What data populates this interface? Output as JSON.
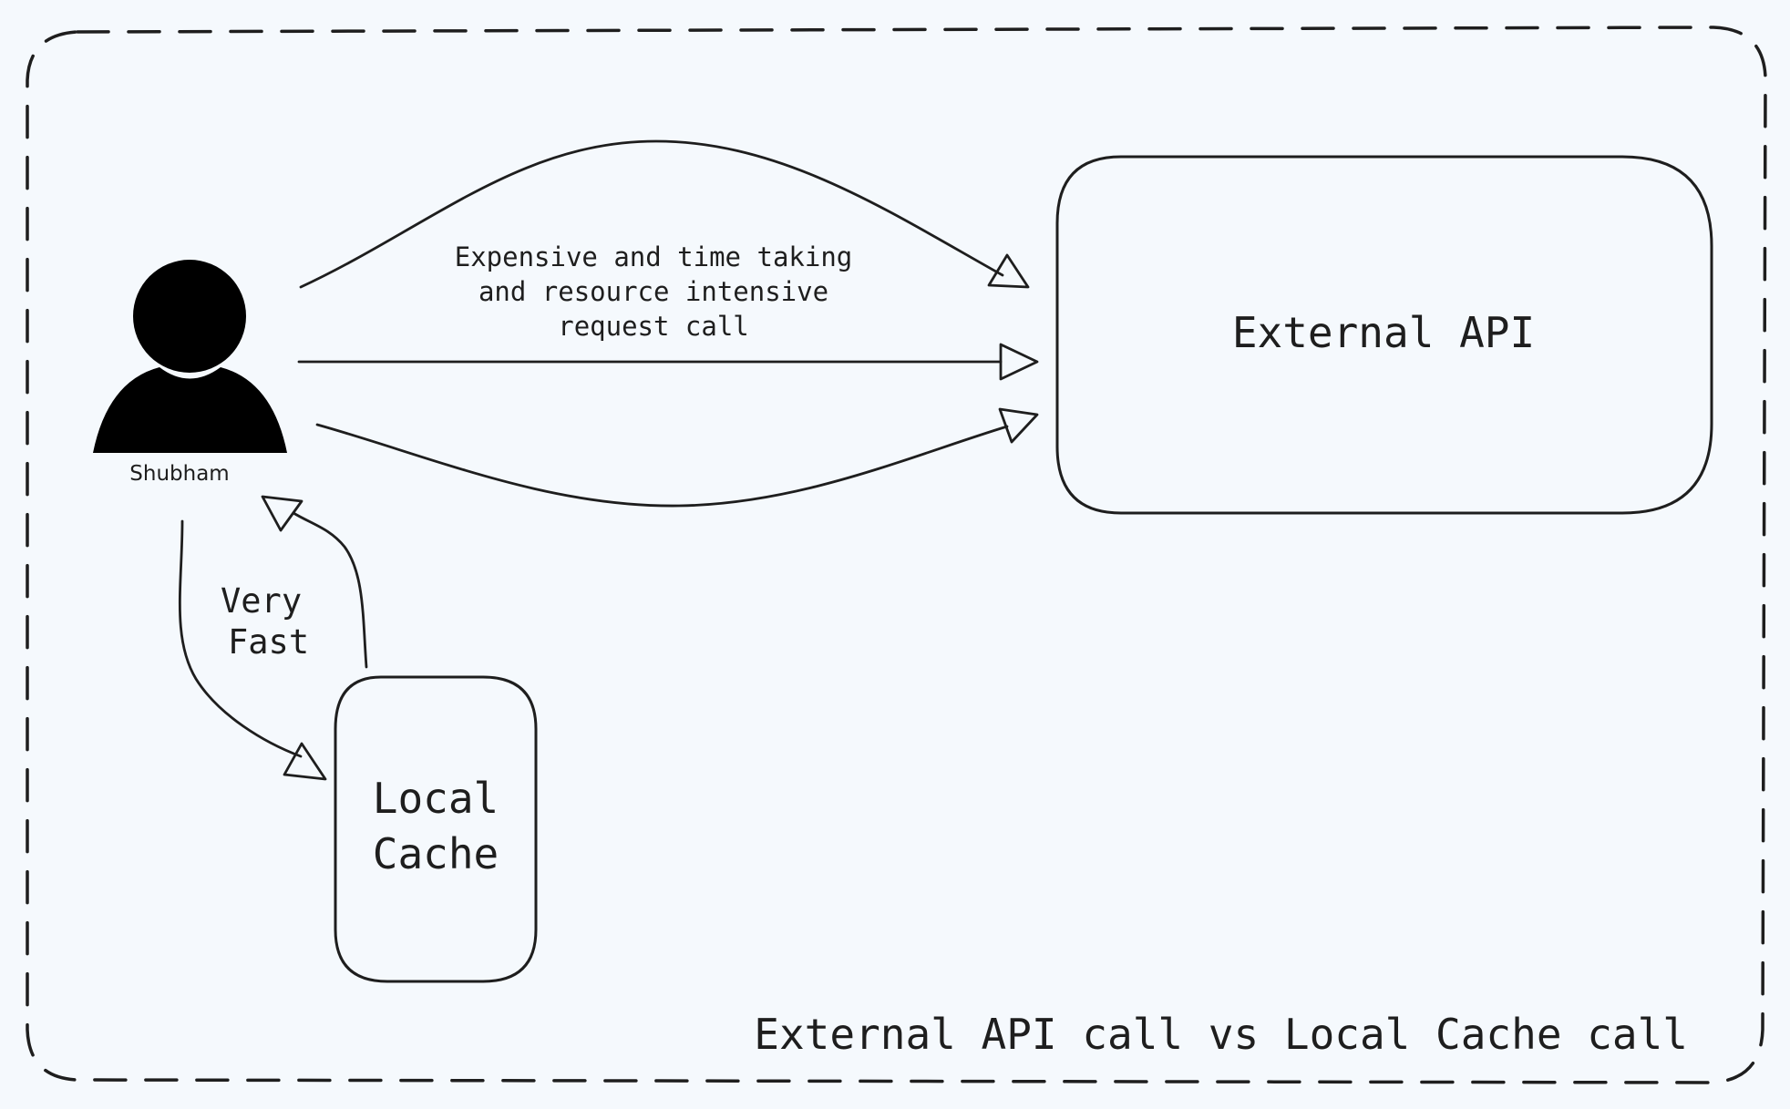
{
  "diagram": {
    "title": "External API call vs Local Cache call",
    "actor": {
      "name": "Shubham",
      "icon": "person-icon"
    },
    "nodes": {
      "external_api": "External API",
      "local_cache_line1": "Local",
      "local_cache_line2": "Cache"
    },
    "edges": {
      "api_request_note": [
        "Expensive and time taking",
        "and resource intensive",
        "request call"
      ],
      "cache_speed_note": [
        "Very",
        "Fast"
      ]
    },
    "colors": {
      "background": "#f5f9fd",
      "stroke": "#1e1e1e",
      "actor": "#000000"
    }
  }
}
